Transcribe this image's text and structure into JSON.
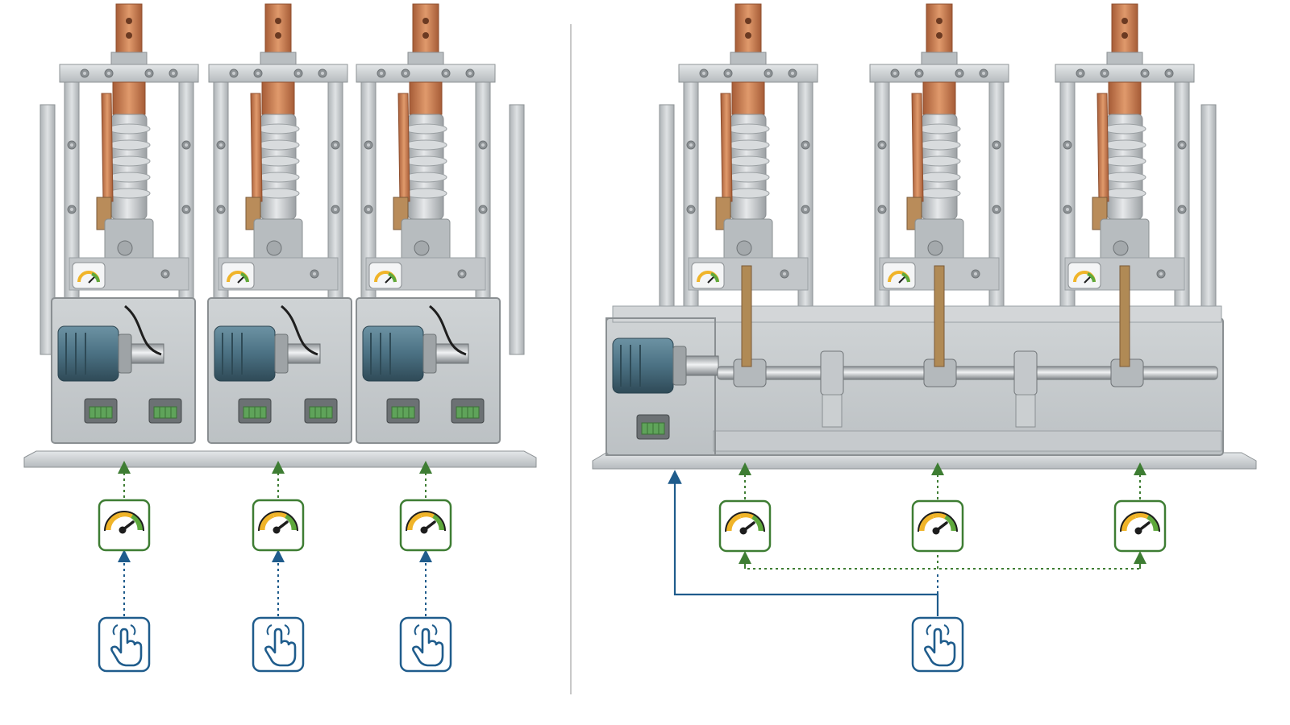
{
  "layout_variants": [
    {
      "name": "left",
      "drive": "individual",
      "pole_count": 3,
      "motor_count": 3,
      "gauge_count": 3,
      "push_button_count": 3
    },
    {
      "name": "right",
      "drive": "common",
      "pole_count": 3,
      "motor_count": 1,
      "gauge_count": 3,
      "push_button_count": 1
    }
  ],
  "colors": {
    "steel": "#c7cbcd",
    "steel_dark": "#9aa0a4",
    "steel_light": "#e3e6e8",
    "copper": "#c97a4d",
    "copper_dark": "#9a5533",
    "insulator": "#bfc3c6",
    "motor": "#4f7587",
    "motor_dark": "#365564",
    "terminal": "#5fa35a",
    "gauge_border": "#3e7d33",
    "gauge_green": "#5ea83c",
    "gauge_yellow": "#f0b429",
    "button_border": "#1f5c8c",
    "dotted_green": "#3e7d33",
    "dotted_blue": "#1f5c8c",
    "divider": "#c8c8c8"
  },
  "icons": {
    "gauge": "gauge-icon",
    "push_button": "hand-pointer-icon",
    "arrow": "arrow-up-icon"
  }
}
